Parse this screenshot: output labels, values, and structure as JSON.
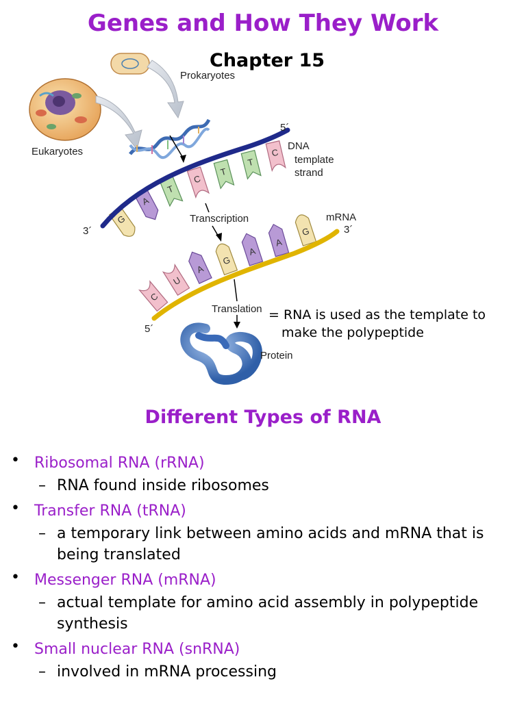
{
  "title": "Genes and How They Work",
  "chapter": "Chapter 15",
  "diagram": {
    "prokaryotes": "Prokaryotes",
    "eukaryotes": "Eukaryotes",
    "dna_label": "DNA",
    "template_label": "template",
    "strand_label": "strand",
    "mrna_label": "mRNA",
    "transcription": "Transcription",
    "translation": "Translation",
    "protein": "Protein",
    "five_prime_top": "5´",
    "three_prime_left": "3´",
    "three_prime_right": "3´",
    "five_prime_bottom": "5´",
    "dna_bases": [
      "G",
      "A",
      "T",
      "C",
      "T",
      "T",
      "C"
    ],
    "mrna_bases": [
      "C",
      "U",
      "A",
      "G",
      "A",
      "A",
      "G"
    ],
    "note_line1": "= RNA is used as the template to",
    "note_line2": "make the polypeptide"
  },
  "subtitle": "Different Types of RNA",
  "bullets": [
    {
      "head": "Ribosomal RNA (rRNA)",
      "desc": "RNA found inside ribosomes"
    },
    {
      "head": "Transfer RNA (tRNA)",
      "desc": "a temporary link between amino acids and mRNA that is being translated"
    },
    {
      "head": "Messenger RNA (mRNA)",
      "desc": "actual template for amino acid assembly in polypeptide synthesis"
    },
    {
      "head": "Small nuclear RNA (snRNA)",
      "desc": "involved in mRNA processing"
    }
  ],
  "colors": {
    "accent": "#9a1fc9",
    "dna_backbone": "#1f2a8a",
    "mrna_backbone": "#e0b400"
  }
}
